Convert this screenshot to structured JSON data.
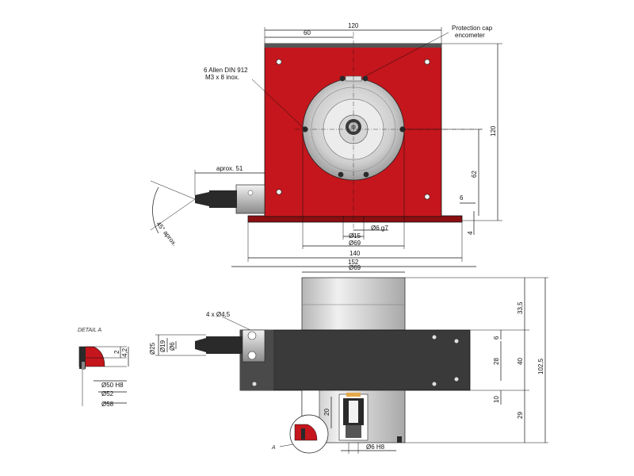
{
  "colors": {
    "housing_red": "#c4161c",
    "plate_dark": "#3a3a3a",
    "flange_grey": "#c9c9c9",
    "steel_light": "#e6e6e6",
    "bolt_dark": "#2a2a2a"
  },
  "icons": [
    "allen-bolt-icon",
    "encoder-shaft-icon",
    "connector-cable-icon"
  ],
  "top_view": {
    "dim_120_top": "120",
    "dim_60": "60",
    "callout_protection": "Protection cap",
    "callout_encometer": "encometer",
    "callout_allen_line1": "6 Allen DIN 912",
    "callout_allen_line2": "M3 x 8 inox.",
    "dim_aprox51": "aprox. 51",
    "dim_120_right": "120",
    "dim_62": "62",
    "dim_6": "6",
    "dim_4": "4",
    "dim_d15": "Ø15",
    "dim_d6g7": "Ø6 g7",
    "dim_d69": "Ø69",
    "dim_140": "140",
    "dim_152": "152",
    "angle_45": "45° aprox."
  },
  "side_view": {
    "dim_d69": "Ø69",
    "callout_holes": "4 x Ø4,5",
    "dim_d25": "Ø25",
    "dim_d19": "Ø19",
    "dim_d6": "Ø6",
    "dim_33_5": "33,5",
    "dim_6": "6",
    "dim_28": "28",
    "dim_40": "40",
    "dim_102_5": "102,5",
    "dim_10": "10",
    "dim_29": "29",
    "dim_20": "20",
    "dim_d6h8": "Ø6 H8",
    "detail_marker": "A"
  },
  "detail": {
    "title": "DETAIL A",
    "dim_2": "2",
    "dim_4_2": "4,2",
    "dim_d50h8": "Ø50 H8",
    "dim_d52": "Ø52",
    "dim_d58": "Ø58"
  }
}
